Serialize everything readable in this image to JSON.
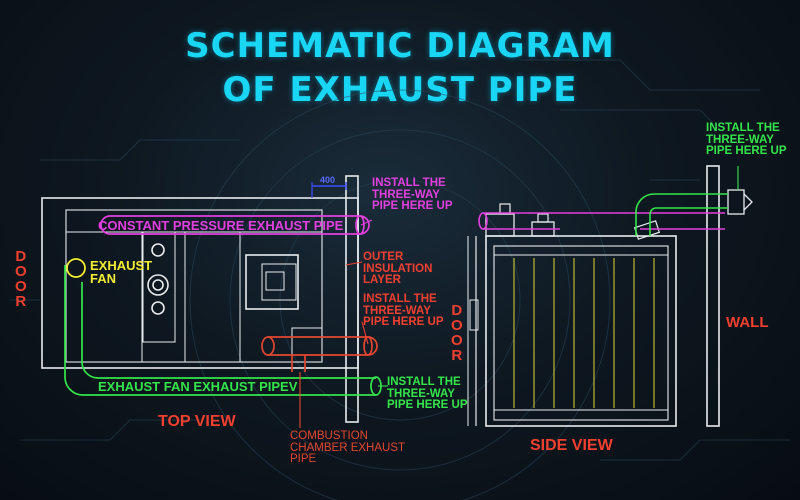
{
  "title": "SCHEMATIC DIAGRAM\nOF EXHAUST PIPE",
  "labels": {
    "door_left": "DOOR",
    "exhaust_fan": "EXHAUST\nFAN",
    "constant_pressure_pipe": "CONSTANT PRESSURE EXHAUST PIPE",
    "dimension": "400",
    "three_way_top": "INSTALL THE\nTHREE-WAY\nPIPE HERE UP",
    "outer_insulation": "OUTER\nINSULATION\nLAYER",
    "three_way_middle": "INSTALL THE\nTHREE-WAY\nPIPE HERE UP",
    "exhaust_fan_pipe": "EXHAUST FAN EXHAUST PIPEV",
    "three_way_bottom": "INSTALL THE\nTHREE-WAY\nPIPE HERE UP",
    "top_view": "TOP VIEW",
    "combustion_pipe": "COMBUSTION\nCHAMBER EXHAUST\nPIPE",
    "door_side": "DOOR",
    "side_view": "SIDE VIEW",
    "wall": "WALL",
    "three_way_right": "INSTALL THE\nTHREE-WAY\nPIPE HERE UP"
  },
  "colors": {
    "title": "#19d6f4",
    "red": "#f1402f",
    "dark_red": "#e3472f",
    "magenta": "#e33fe0",
    "green": "#34e54a",
    "yellow": "#f2ec32",
    "white": "#e8ecef",
    "blue": "#3b4fff"
  }
}
